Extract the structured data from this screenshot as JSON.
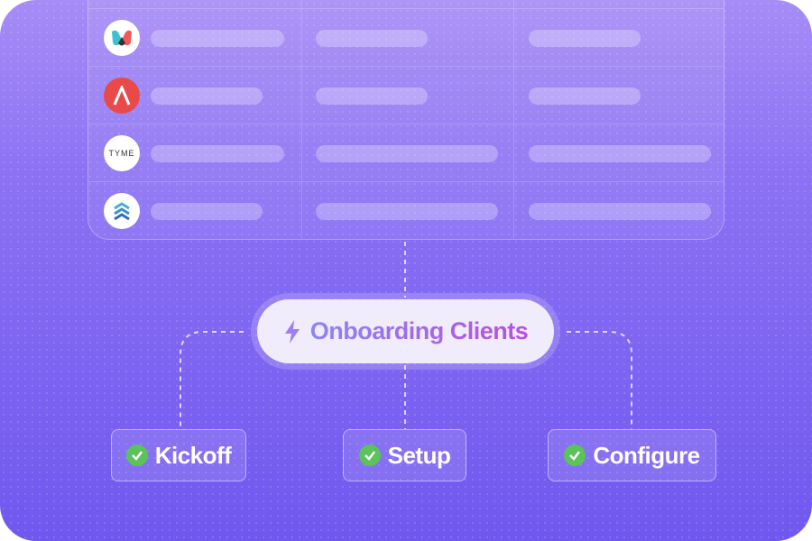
{
  "table": {
    "rows": [
      {
        "logo": "mural-logo",
        "logo_text": "",
        "bars": [
          "long",
          "short",
          "short"
        ]
      },
      {
        "logo": "arrow-a-logo",
        "logo_text": "",
        "bars": [
          "short",
          "short",
          "short"
        ]
      },
      {
        "logo": "tyme-logo",
        "logo_text": "TYME",
        "bars": [
          "long",
          "long",
          "long"
        ]
      },
      {
        "logo": "chevrons-logo",
        "logo_text": "",
        "bars": [
          "short",
          "long",
          "long"
        ]
      }
    ]
  },
  "center": {
    "label": "Onboarding Clients",
    "icon": "lightning-icon"
  },
  "steps": [
    {
      "label": "Kickoff",
      "icon": "check-circle-icon"
    },
    {
      "label": "Setup",
      "icon": "check-circle-icon"
    },
    {
      "label": "Configure",
      "icon": "check-circle-icon"
    }
  ],
  "colors": {
    "check": "#5bc35a",
    "gradient_start": "#8b86f5",
    "gradient_end": "#b84fe0"
  }
}
